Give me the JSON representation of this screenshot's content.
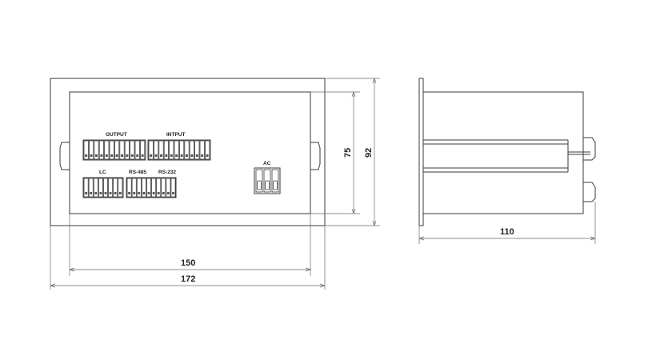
{
  "front_view": {
    "labels": {
      "output": "OUTPUT",
      "intput": "INTPUT",
      "lc": "LC",
      "rs485": "RS-485",
      "rs232": "RS-232",
      "ac": "AC"
    },
    "dimensions": {
      "inner_width": "150",
      "outer_width": "172",
      "inner_height": "75",
      "outer_height": "92"
    }
  },
  "side_view": {
    "dimensions": {
      "depth": "110"
    }
  },
  "colors": {
    "line": "#3a3a3a",
    "background": "#ffffff"
  }
}
